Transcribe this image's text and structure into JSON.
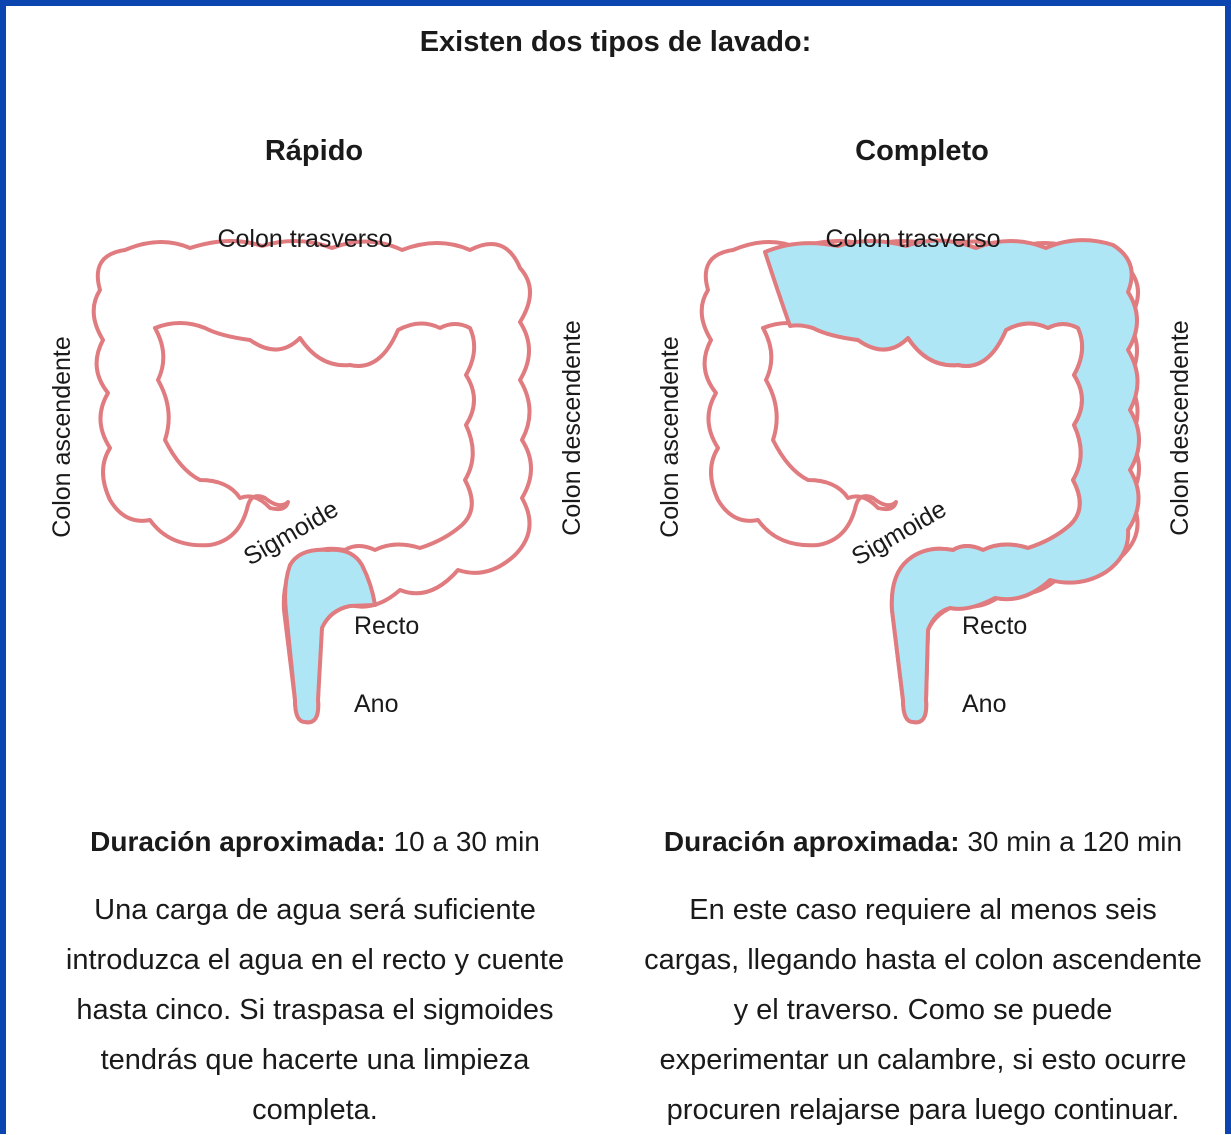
{
  "title": "Existen dos tipos de lavado:",
  "colors": {
    "border": "#0b45b0",
    "colon_outline": "#e07b7f",
    "water": "#aee6f5"
  },
  "panels": [
    {
      "heading": "Rápido",
      "labels": {
        "transverse": "Colon trasverso",
        "ascending": "Colon ascendente",
        "descending": "Colon descendente",
        "sigmoid": "Sigmoide",
        "rectum": "Recto",
        "anus": "Ano"
      },
      "duration_label": "Duración aproximada:",
      "duration_value": "10 a 30 min",
      "description_lines": [
        "Una carga de agua será suficiente",
        "introduzca el agua en el recto y cuente",
        "hasta cinco. Si traspasa el sigmoides",
        "tendrás que hacerte una limpieza",
        "completa."
      ]
    },
    {
      "heading": "Completo",
      "labels": {
        "transverse": "Colon trasverso",
        "ascending": "Colon ascendente",
        "descending": "Colon descendente",
        "sigmoid": "Sigmoide",
        "rectum": "Recto",
        "anus": "Ano"
      },
      "duration_label": "Duración aproximada:",
      "duration_value": "30 min a 120 min",
      "description_lines": [
        "En este caso requiere al menos seis",
        "cargas, llegando hasta el colon ascendente",
        "y el traverso. Como se puede",
        "experimentar un calambre, si esto ocurre",
        "procuren relajarse para luego continuar."
      ]
    }
  ]
}
